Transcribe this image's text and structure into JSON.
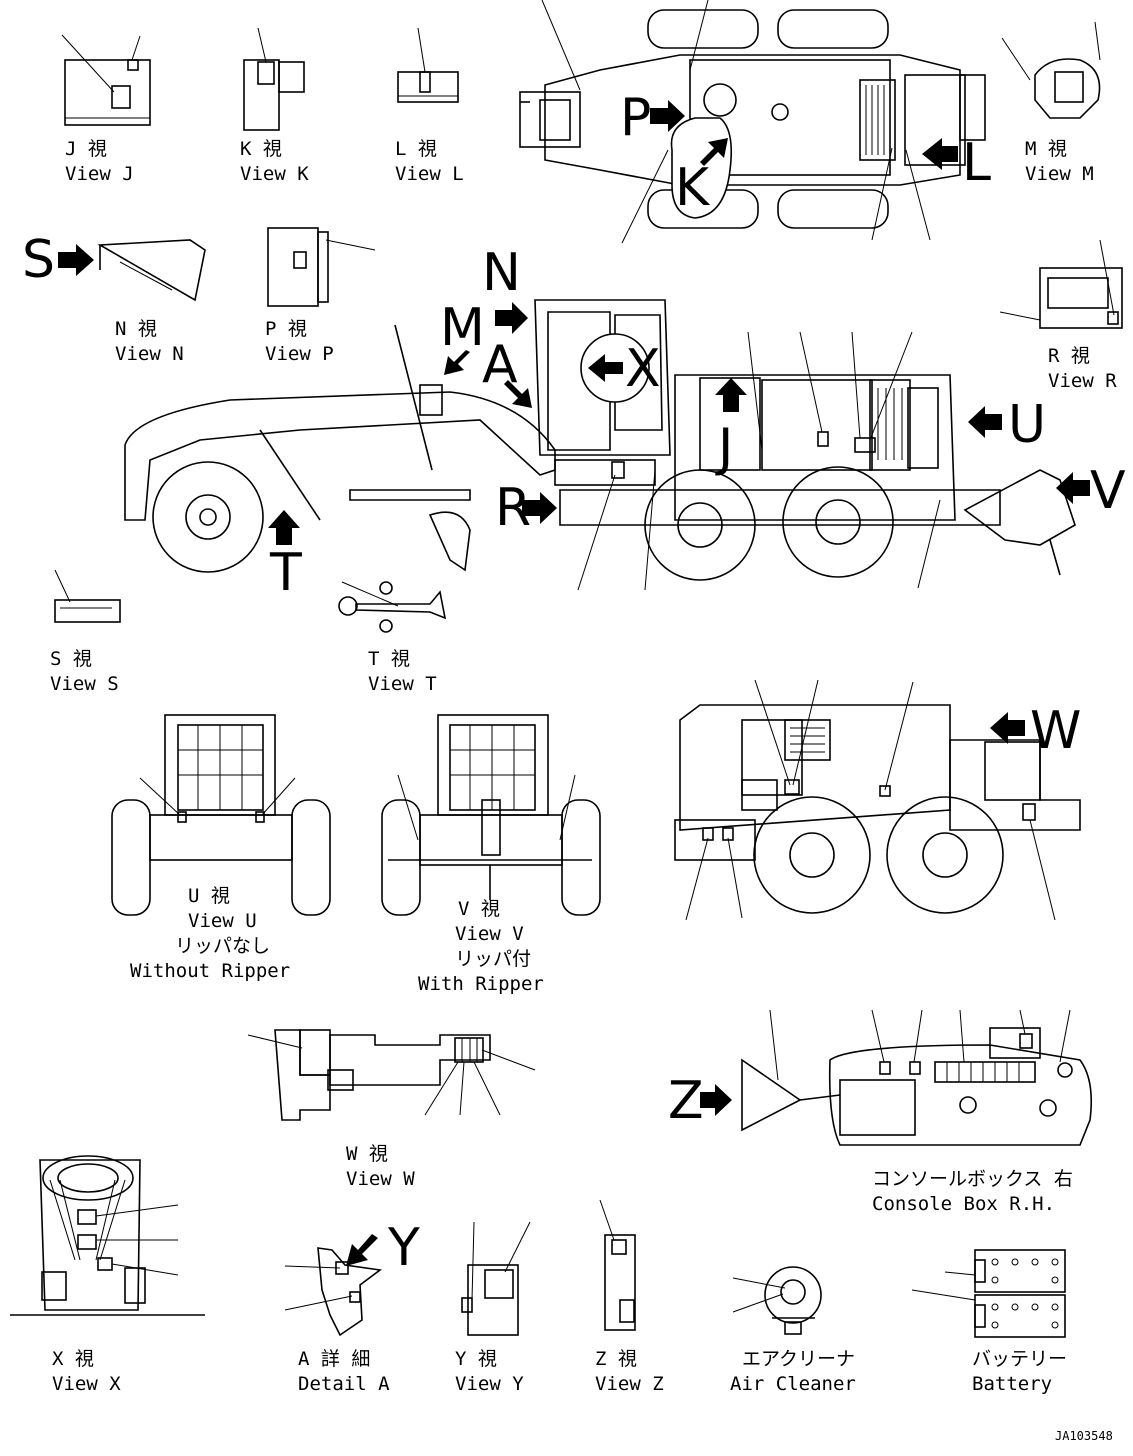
{
  "diagram": {
    "code": "JA103548",
    "views": {
      "j": {
        "jp": "J 視",
        "en": "View J"
      },
      "k": {
        "jp": "K 視",
        "en": "View K"
      },
      "l": {
        "jp": "L 視",
        "en": "View L"
      },
      "m": {
        "jp": "M 視",
        "en": "View M"
      },
      "n": {
        "jp": "N 視",
        "en": "View N"
      },
      "p": {
        "jp": "P 視",
        "en": "View P"
      },
      "r": {
        "jp": "R 視",
        "en": "View R"
      },
      "s": {
        "jp": "S 視",
        "en": "View S"
      },
      "t": {
        "jp": "T 視",
        "en": "View T"
      },
      "u": {
        "jp": "U 視",
        "en": "View U",
        "jp2": "リッパなし",
        "en2": "Without Ripper"
      },
      "v": {
        "jp": "V 視",
        "en": "View V",
        "jp2": "リッパ付",
        "en2": "With Ripper"
      },
      "w": {
        "jp": "W 視",
        "en": "View W"
      },
      "x": {
        "jp": "X 視",
        "en": "View X"
      },
      "a": {
        "jp": "A 詳 細",
        "en": "Detail A"
      },
      "y": {
        "jp": "Y 視",
        "en": "View Y"
      },
      "z": {
        "jp": "Z 視",
        "en": "View Z"
      },
      "console": {
        "jp": "コンソールボックス 右",
        "en": "Console Box R.H."
      },
      "air": {
        "jp": "エアクリーナ",
        "en": "Air Cleaner"
      },
      "battery": {
        "jp": "バッテリー",
        "en": "Battery"
      }
    },
    "arrows": {
      "p": "P",
      "k": "K",
      "l": "L",
      "s": "S",
      "n": "N",
      "m": "M",
      "a": "A",
      "x": "X",
      "j": "J",
      "u": "U",
      "v": "V",
      "r": "R",
      "t": "T",
      "w": "W",
      "z": "Z",
      "y": "Y"
    }
  }
}
